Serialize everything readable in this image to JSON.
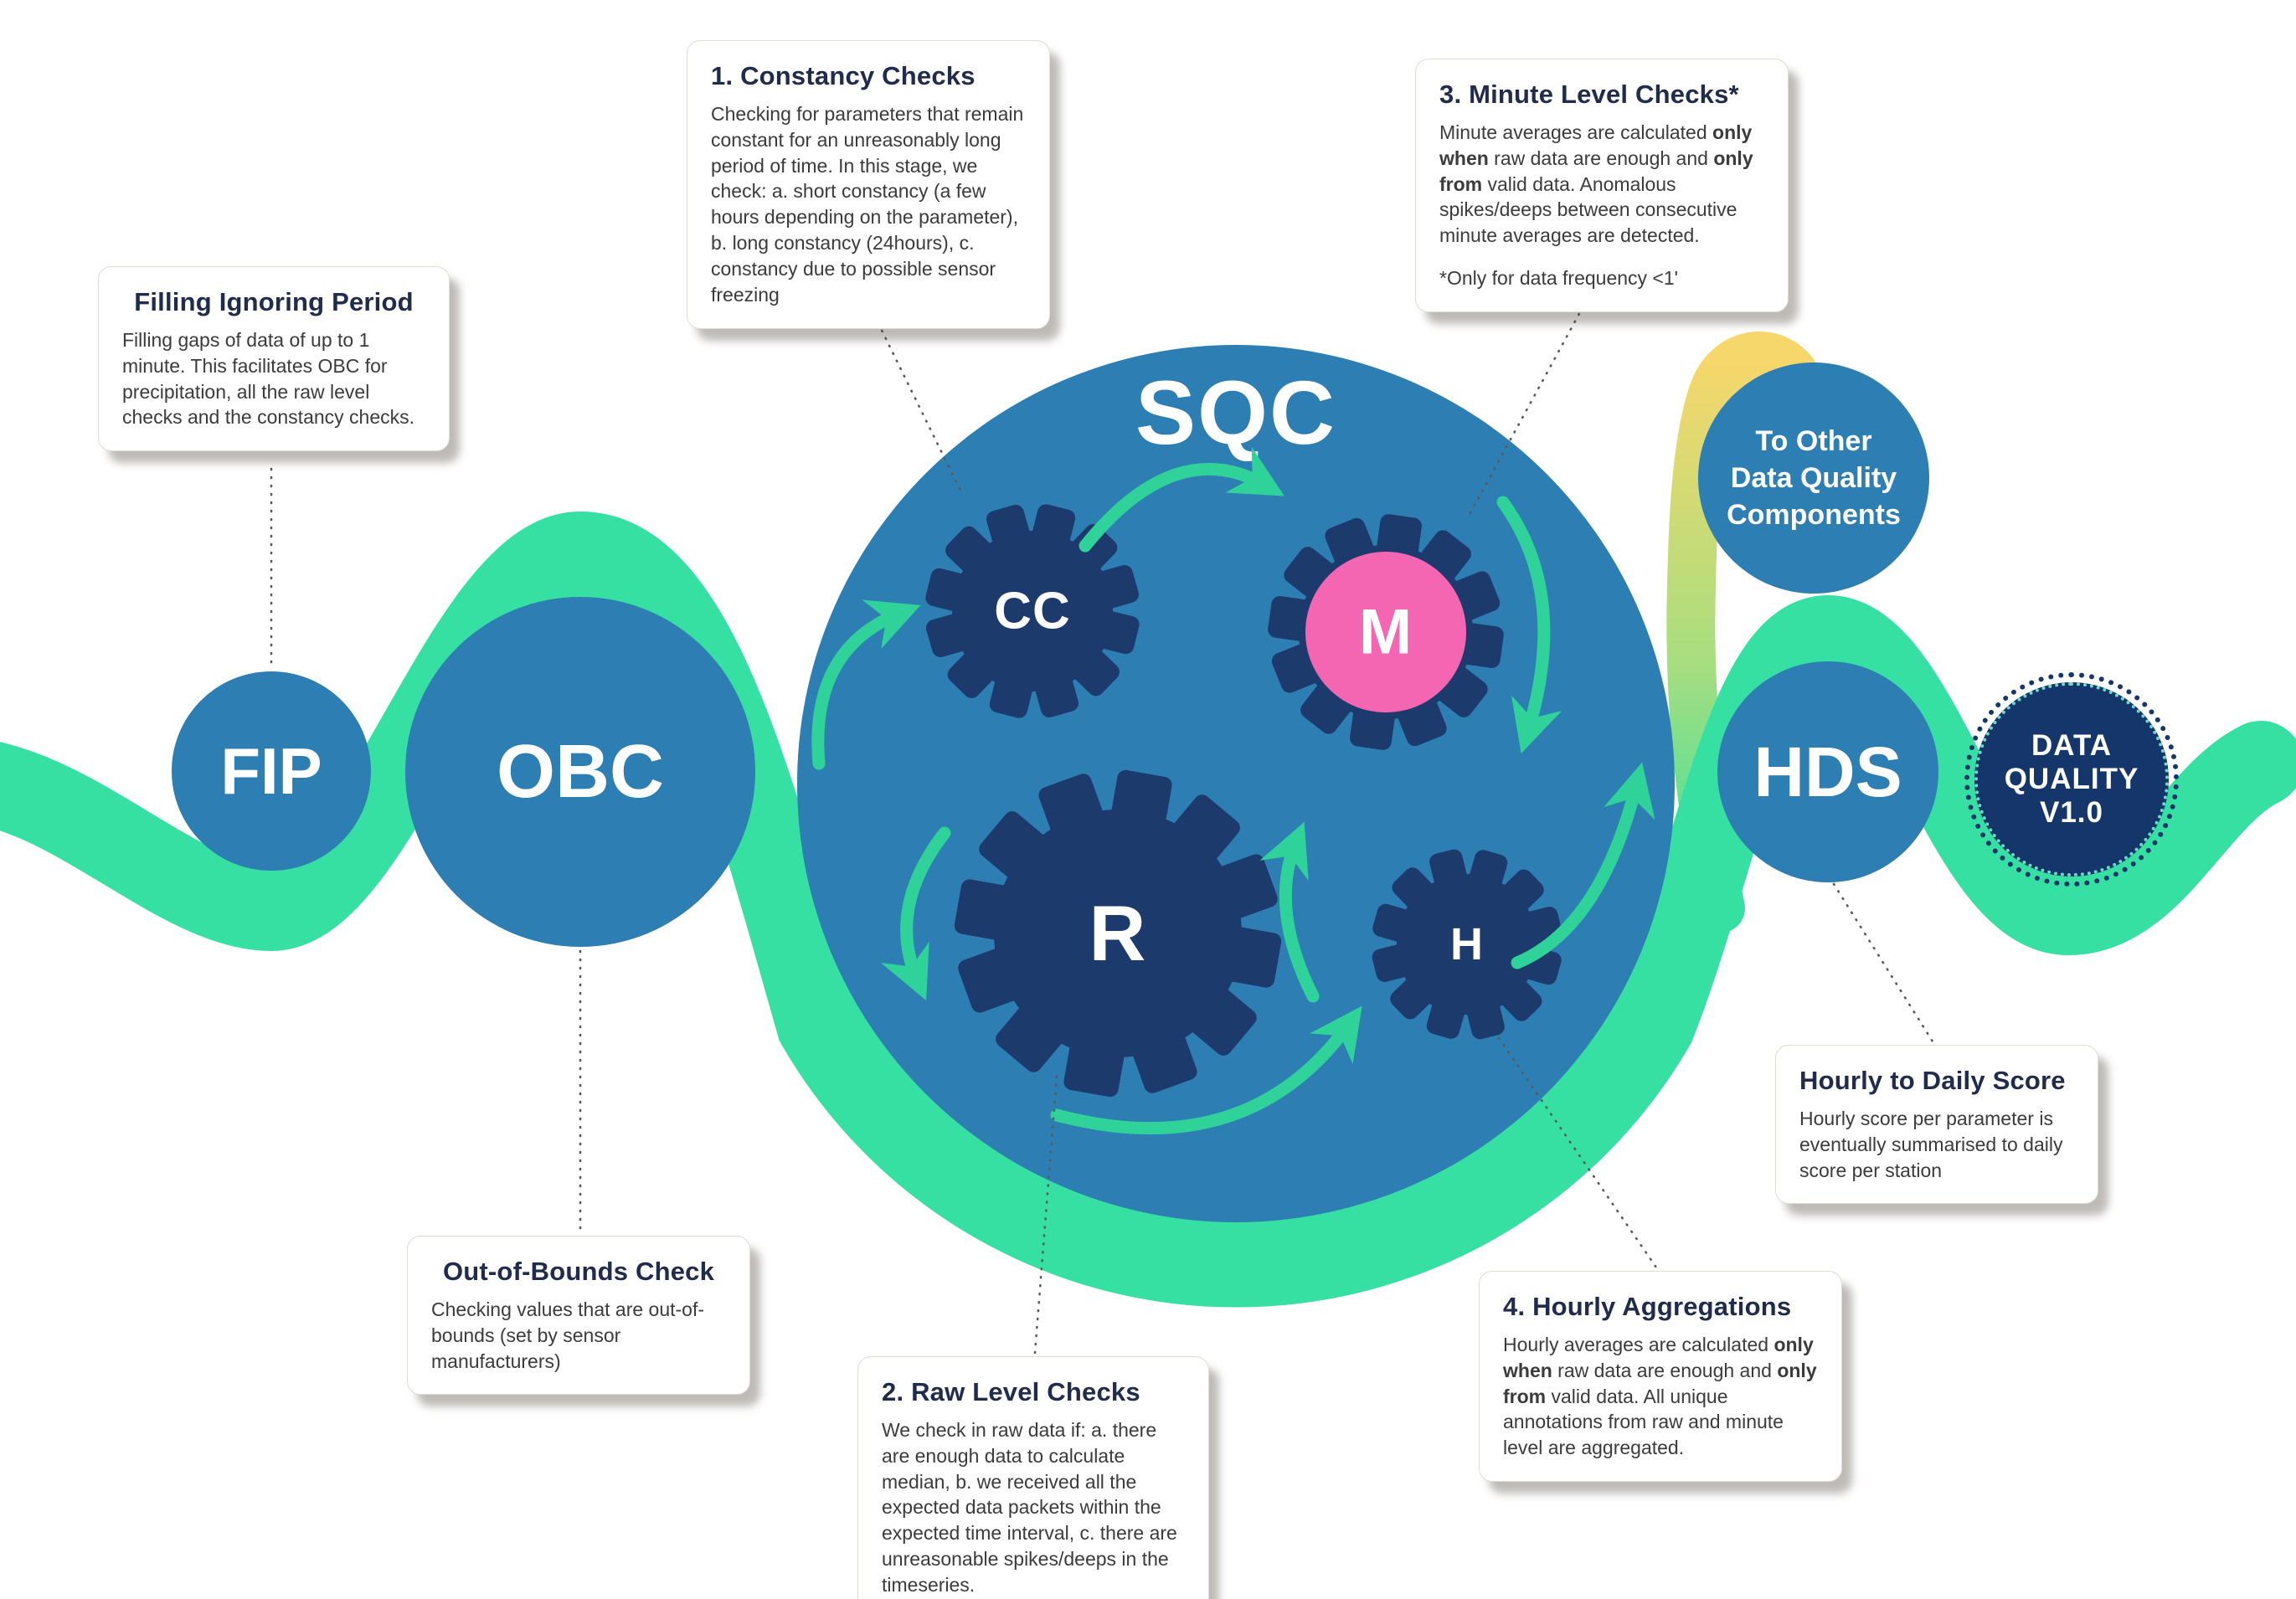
{
  "palette": {
    "circle_blue": "#2d7eb3",
    "gear_navy": "#1d3a6d",
    "ribbon_green": "#35e0a2",
    "arrow_green": "#2fd39a",
    "accent_pink": "#f566b2",
    "accent_yellow": "#f6d76b",
    "badge_navy": "#14366b"
  },
  "nodes": {
    "fip": {
      "label": "FIP"
    },
    "obc": {
      "label": "OBC"
    },
    "sqc": {
      "label": "SQC"
    },
    "hds": {
      "label": "HDS"
    },
    "to_other": {
      "line1": "To Other",
      "line2": "Data Quality",
      "line3": "Components"
    },
    "data_quality": {
      "line1": "DATA",
      "line2": "QUALITY",
      "line3": "V1.0"
    }
  },
  "gears": {
    "cc": {
      "label": "CC"
    },
    "m": {
      "label": "M"
    },
    "r": {
      "label": "R"
    },
    "h": {
      "label": "H"
    }
  },
  "callouts": {
    "fip": {
      "title": "Filling Ignoring Period",
      "body": "Filling gaps of data of up to 1 minute. This facilitates OBC for precipitation, all the raw level checks and the constancy checks."
    },
    "constancy": {
      "title": "1. Constancy Checks",
      "body": "Checking for parameters that remain constant for an unreasonably long period of time. In this stage, we check: a. short constancy (a few hours depending on the parameter), b. long constancy (24hours), c. constancy due to possible sensor freezing"
    },
    "minute": {
      "title": "3. Minute Level Checks*",
      "body": "Minute averages are calculated **only when** raw data are enough and **only from** valid data. Anomalous spikes/deeps between consecutive minute averages are detected.",
      "footnote": "*Only for data frequency <1'"
    },
    "oob": {
      "title": "Out-of-Bounds Check",
      "body": "Checking values that are out-of-bounds (set by  sensor manufacturers)"
    },
    "raw": {
      "title": "2. Raw Level Checks",
      "body": "We check in raw data if: a. there are enough data to calculate median, b. we received all the expected data packets within the expected time interval, c. there are unreasonable spikes/deeps in the timeseries."
    },
    "hourly": {
      "title": "4. Hourly Aggregations",
      "body": "Hourly averages are calculated **only when** raw data are enough and **only from** valid data. All unique annotations from raw and minute level are aggregated."
    },
    "daily": {
      "title": "Hourly to Daily Score",
      "body": "Hourly score per parameter is eventually summarised to daily score per station"
    }
  }
}
